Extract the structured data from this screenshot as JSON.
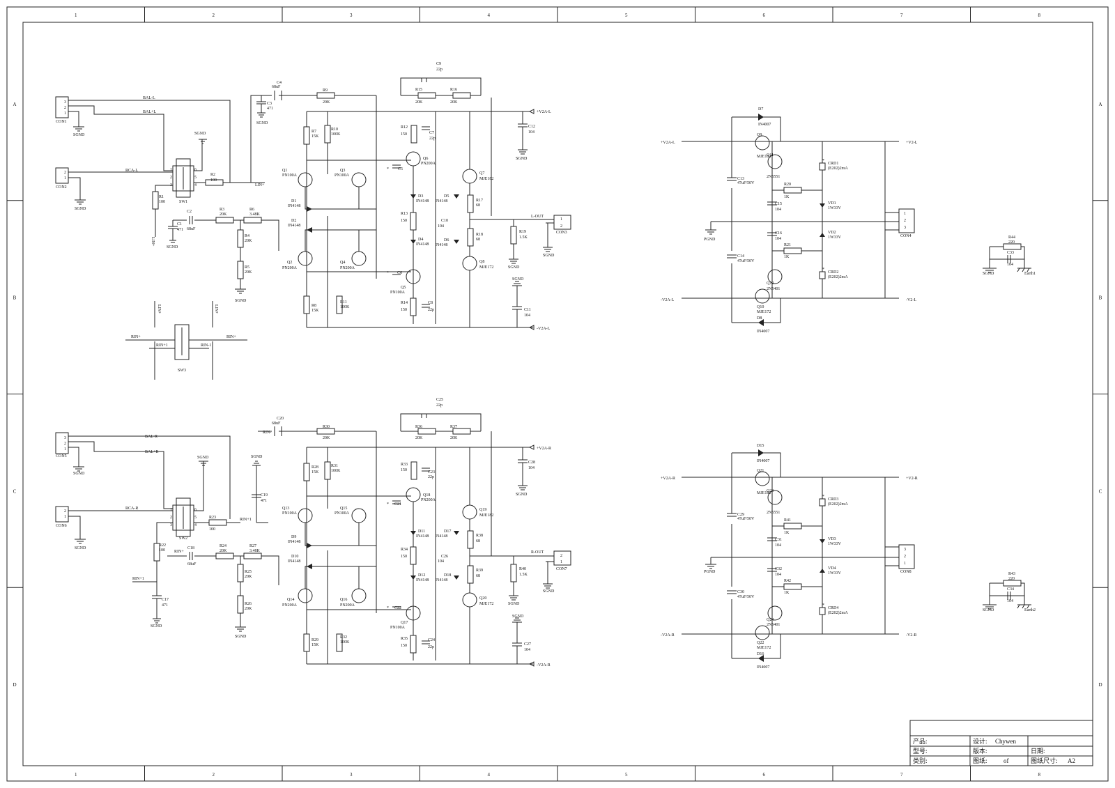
{
  "zones": {
    "columns": [
      "1",
      "2",
      "3",
      "4",
      "5",
      "6",
      "7",
      "8"
    ],
    "rows": [
      "A",
      "B",
      "C",
      "D"
    ]
  },
  "labels": {
    "sgnd": "SGND",
    "pgnd": "PGND",
    "star": "*",
    "con1": "CON1",
    "con1_pins": [
      "3",
      "2",
      "1"
    ],
    "con2": "CON2",
    "con2_pins": [
      "2",
      "1"
    ],
    "con3": "CON3",
    "con3_pins": [
      "1",
      "2"
    ],
    "con4": "CON4",
    "con4_pins": [
      "1",
      "2",
      "3"
    ],
    "con5": "CON5",
    "con5_pins": [
      "3",
      "2",
      "1"
    ],
    "con6": "CON6",
    "con6_pins": [
      "2",
      "1"
    ],
    "con7": "CON7",
    "con7_pins": [
      "2",
      "1"
    ],
    "con8": "CON8",
    "con8_pins": [
      "3",
      "2",
      "1"
    ],
    "bal_l": "BAL-L",
    "bal_l_plus": "BAL+L",
    "rca_l": "RCA-L",
    "bal_r": "BAL-R",
    "bal_r_plus": "BAL+R",
    "rca_r": "RCA-R",
    "lin_plus": "LIN+",
    "rin_plus": "RIN+",
    "rin_plus1": "RIN+1",
    "rin_minus": "RIN-",
    "rin_minus1": "RIN-1",
    "l_out": "L-OUT",
    "r_out": "R-OUT",
    "sw1": "SW1",
    "sw2": "SW2",
    "sw3": "SW3",
    "sw_pins": [
      "1",
      "2",
      "3",
      "6",
      "5",
      "4"
    ],
    "r1": [
      "R1",
      "100"
    ],
    "r2": [
      "R2",
      "100"
    ],
    "r3": [
      "R3",
      "20K"
    ],
    "r4": [
      "R4",
      "20K"
    ],
    "r5": [
      "R5",
      "20K"
    ],
    "r6": [
      "R6",
      "3.48K"
    ],
    "r7": [
      "R7",
      "15K"
    ],
    "r8": [
      "R8",
      "15K"
    ],
    "r9": [
      "R9",
      "20K"
    ],
    "r10": [
      "R10",
      "100K"
    ],
    "r11": [
      "R11",
      "100K"
    ],
    "r12": [
      "R12",
      "150"
    ],
    "r13": [
      "R13",
      "150"
    ],
    "r14": [
      "R14",
      "150"
    ],
    "r15": [
      "R15",
      "20K"
    ],
    "r16": [
      "R16",
      "20K"
    ],
    "r17": [
      "R17",
      "68"
    ],
    "r18": [
      "R18",
      "68"
    ],
    "r19": [
      "R19",
      "1.5K"
    ],
    "r20": [
      "R20",
      "1K"
    ],
    "r21": [
      "R21",
      "1K"
    ],
    "r22": [
      "R22",
      "100"
    ],
    "r23": [
      "R23",
      "100"
    ],
    "r24": [
      "R24",
      "20K"
    ],
    "r25": [
      "R25",
      "20K"
    ],
    "r26": [
      "R26",
      "20K"
    ],
    "r27": [
      "R27",
      "3.48K"
    ],
    "r28": [
      "R28",
      "15K"
    ],
    "r29": [
      "R29",
      "15K"
    ],
    "r30": [
      "R30",
      "20K"
    ],
    "r31": [
      "R31",
      "100K"
    ],
    "r32": [
      "R32",
      "100K"
    ],
    "r33": [
      "R33",
      "150"
    ],
    "r34": [
      "R34",
      "150"
    ],
    "r35": [
      "R35",
      "150"
    ],
    "r36": [
      "R36",
      "20K"
    ],
    "r37": [
      "R37",
      "20K"
    ],
    "r38": [
      "R38",
      "68"
    ],
    "r39": [
      "R39",
      "68"
    ],
    "r40": [
      "R40",
      "1.5K"
    ],
    "r41": [
      "R41",
      "1K"
    ],
    "r42": [
      "R42",
      "1K"
    ],
    "r43": [
      "R43",
      "220"
    ],
    "r44": [
      "R44",
      "220"
    ],
    "c1": [
      "C1",
      "471"
    ],
    "c2": [
      "C2",
      "68uF"
    ],
    "c3": [
      "C3",
      "471"
    ],
    "c4": [
      "C4",
      "68uF"
    ],
    "c5": "C5",
    "c6": "C6",
    "c7": [
      "C7",
      "22p"
    ],
    "c8": [
      "C8",
      "22p"
    ],
    "c9": [
      "C9",
      "22p"
    ],
    "c10": [
      "C10",
      "104"
    ],
    "c11": [
      "C11",
      "104"
    ],
    "c12": [
      "C12",
      "104"
    ],
    "c13": [
      "C13",
      "47uF/50V"
    ],
    "c14": [
      "C14",
      "47uF/50V"
    ],
    "c15": [
      "C15",
      "104"
    ],
    "c16": [
      "C16",
      "104"
    ],
    "c17": [
      "C17",
      "471"
    ],
    "c18": [
      "C18",
      "68uF"
    ],
    "c19": [
      "C19",
      "471"
    ],
    "c20": [
      "C20",
      "68uF"
    ],
    "c21": "C21",
    "c22": "C22",
    "c23": [
      "C23",
      "22p"
    ],
    "c24": [
      "C24",
      "22p"
    ],
    "c25": [
      "C25",
      "22p"
    ],
    "c26": [
      "C26",
      "104"
    ],
    "c27": [
      "C27",
      "104"
    ],
    "c28": [
      "C28",
      "104"
    ],
    "c29": [
      "C29",
      "47uF/50V"
    ],
    "c30": [
      "C30",
      "47uF/50V"
    ],
    "c31": [
      "C31",
      "104"
    ],
    "c32": [
      "C32",
      "104"
    ],
    "c33": [
      "C33",
      "104"
    ],
    "c34": [
      "C34",
      "104"
    ],
    "d1": [
      "D1",
      "IN4148"
    ],
    "d2": [
      "D2",
      "IN4148"
    ],
    "d3": [
      "D3",
      "IN4148"
    ],
    "d4": [
      "D4",
      "IN4148"
    ],
    "d5": [
      "D5",
      "IN4148"
    ],
    "d6": [
      "D6",
      "IN4148"
    ],
    "d7": "D7",
    "d7_part": "IN4007",
    "d8": "D8",
    "d8_part": "IN4007",
    "d9": [
      "D9",
      "IN4148"
    ],
    "d10": [
      "D10",
      "IN4148"
    ],
    "d11": [
      "D11",
      "IN4148"
    ],
    "d12": [
      "D12",
      "IN4148"
    ],
    "d15": "D15",
    "d15_part": "IN4007",
    "d16": "D16",
    "d16_part": "IN4007",
    "d17": [
      "D17",
      "IN4148"
    ],
    "d18": [
      "D18",
      "IN4148"
    ],
    "q1": [
      "Q1",
      "PN100A"
    ],
    "q2": [
      "Q2",
      "PN200A"
    ],
    "q3": [
      "Q3",
      "PN100A"
    ],
    "q4": [
      "Q4",
      "PN200A"
    ],
    "q5": [
      "Q5",
      "PN100A"
    ],
    "q6": [
      "Q6",
      "PN200A"
    ],
    "q7": [
      "Q7",
      "MJE182"
    ],
    "q8": [
      "Q8",
      "MJE172"
    ],
    "q9": "Q9",
    "q9_part": "MJE182",
    "q10": "Q10",
    "q10_part": "MJE172",
    "q11": "Q11",
    "q11_part": "2N5551",
    "q12": "Q12",
    "q12_part": "2N5401",
    "q13": [
      "Q13",
      "PN100A"
    ],
    "q14": [
      "Q14",
      "PN200A"
    ],
    "q15": [
      "Q15",
      "PN100A"
    ],
    "q16": [
      "Q16",
      "PN200A"
    ],
    "q17": [
      "Q17",
      "PN100A"
    ],
    "q18": [
      "Q18",
      "PN200A"
    ],
    "q19": [
      "Q19",
      "MJE182"
    ],
    "q20": [
      "Q20",
      "MJE172"
    ],
    "q21": "Q21",
    "q21_part": "MJE182",
    "q22": "Q22",
    "q22_part": "MJE172",
    "q23": "Q23",
    "q23_part": "2N5551",
    "q24": "Q24",
    "q24_part": "2N5401",
    "crd1": [
      "CRD1",
      "(E202)2mA"
    ],
    "crd2": [
      "CRD2",
      "(E202)2mA"
    ],
    "crd3": [
      "CRD3",
      "(E202)2mA"
    ],
    "crd4": [
      "CRD4",
      "(E202)2mA"
    ],
    "vd1": [
      "VD1",
      "1W33V"
    ],
    "vd2": [
      "VD2",
      "1W33V"
    ],
    "vd3": [
      "VD3",
      "1W33V"
    ],
    "vd4": [
      "VD4",
      "1W33V"
    ],
    "v2a_l_pos": "+V2A-L",
    "v2a_l_neg": "-V2A-L",
    "v2a_r_pos": "+V2A-R",
    "v2a_r_neg": "-V2A-R",
    "v2_l_pos": "+V2-L",
    "v2_l_neg": "-V2-L",
    "v2_r_pos": "+V2-R",
    "v2_r_neg": "-V2-R",
    "earth1": "Earth1",
    "earth2": "Earth2"
  },
  "title_block": {
    "product": "产品:",
    "design": "设计:",
    "designer": "Chywen",
    "model": "型号:",
    "version": "版本:",
    "date": "日期:",
    "category": "类别:",
    "sheet": "图纸:",
    "of": "of",
    "size": "图纸尺寸:",
    "size_value": "A2"
  }
}
